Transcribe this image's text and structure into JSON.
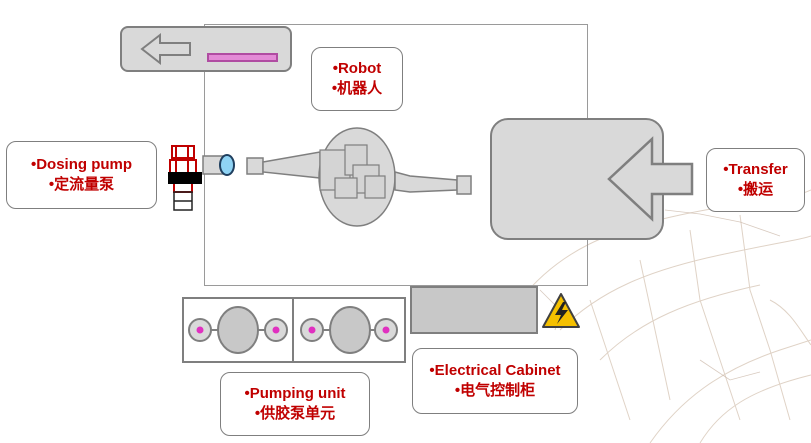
{
  "labels": {
    "dosing_pump": {
      "en": "•Dosing pump",
      "zh": "•定流量泵"
    },
    "robot": {
      "en": "•Robot",
      "zh": "•机器人"
    },
    "transfer": {
      "en": "•Transfer",
      "zh": "•搬运"
    },
    "pumping_unit": {
      "en": "•Pumping unit",
      "zh": "•供胶泵单元"
    },
    "electrical_cabinet": {
      "en": "•Electrical Cabinet",
      "zh": "•电气控制柜"
    }
  },
  "icons": {
    "return_arrow": "left-arrow-icon",
    "transfer_arrow": "left-arrow-icon",
    "warning": "high-voltage-warning-icon"
  },
  "colors": {
    "label_text": "#c00000",
    "equipment_fill": "#d9d9d9",
    "equipment_stroke": "#7f7f7f",
    "pump_port": "#e030c0",
    "nozzle": "#8fd3f4",
    "warning": "#f5c000",
    "pink_conveyor": "#e38ad6"
  }
}
